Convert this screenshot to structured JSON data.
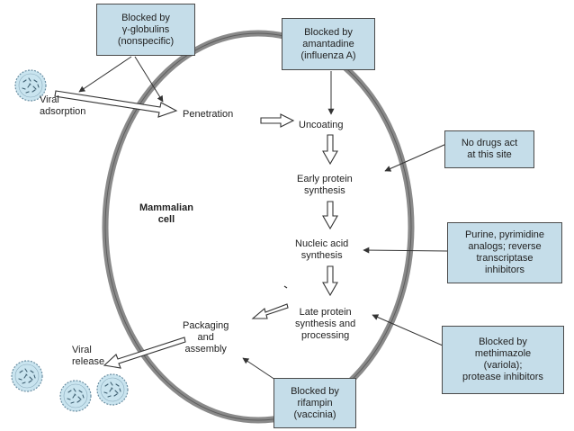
{
  "boxes": {
    "globulins": [
      "Blocked by",
      "γ-globulins",
      "(nonspecific)"
    ],
    "amantadine": [
      "Blocked by",
      "amantadine",
      "(influenza A)"
    ],
    "no_drugs": [
      "No drugs act",
      "at this site"
    ],
    "purine": [
      "Purine, pyrimidine",
      "analogs; reverse",
      "transcriptase",
      "inhibitors"
    ],
    "methimazole": [
      "Blocked by",
      "methimazole",
      "(variola);",
      "protease inhibitors"
    ],
    "rifampin": [
      "Blocked by",
      "rifampin",
      "(vaccinia)"
    ]
  },
  "steps": {
    "viral_adsorption": [
      "Viral",
      "adsorption"
    ],
    "penetration": [
      "Penetration"
    ],
    "uncoating": [
      "Uncoating"
    ],
    "early_protein": [
      "Early protein",
      "synthesis"
    ],
    "nucleic_acid": [
      "Nucleic acid",
      "synthesis"
    ],
    "late_protein": [
      "Late protein",
      "synthesis and",
      "processing"
    ],
    "packaging": [
      "Packaging",
      "and",
      "assembly"
    ],
    "viral_release": [
      "Viral",
      "release"
    ]
  },
  "cell_label": [
    "Mammalian",
    "cell"
  ],
  "colors": {
    "box_fill": "#c5dde9",
    "virus_fill": "#c9e4ef",
    "line": "#333333"
  },
  "icons": {
    "virus": "virus-particle-icon",
    "hollow_arrow": "hollow-arrow-icon"
  }
}
